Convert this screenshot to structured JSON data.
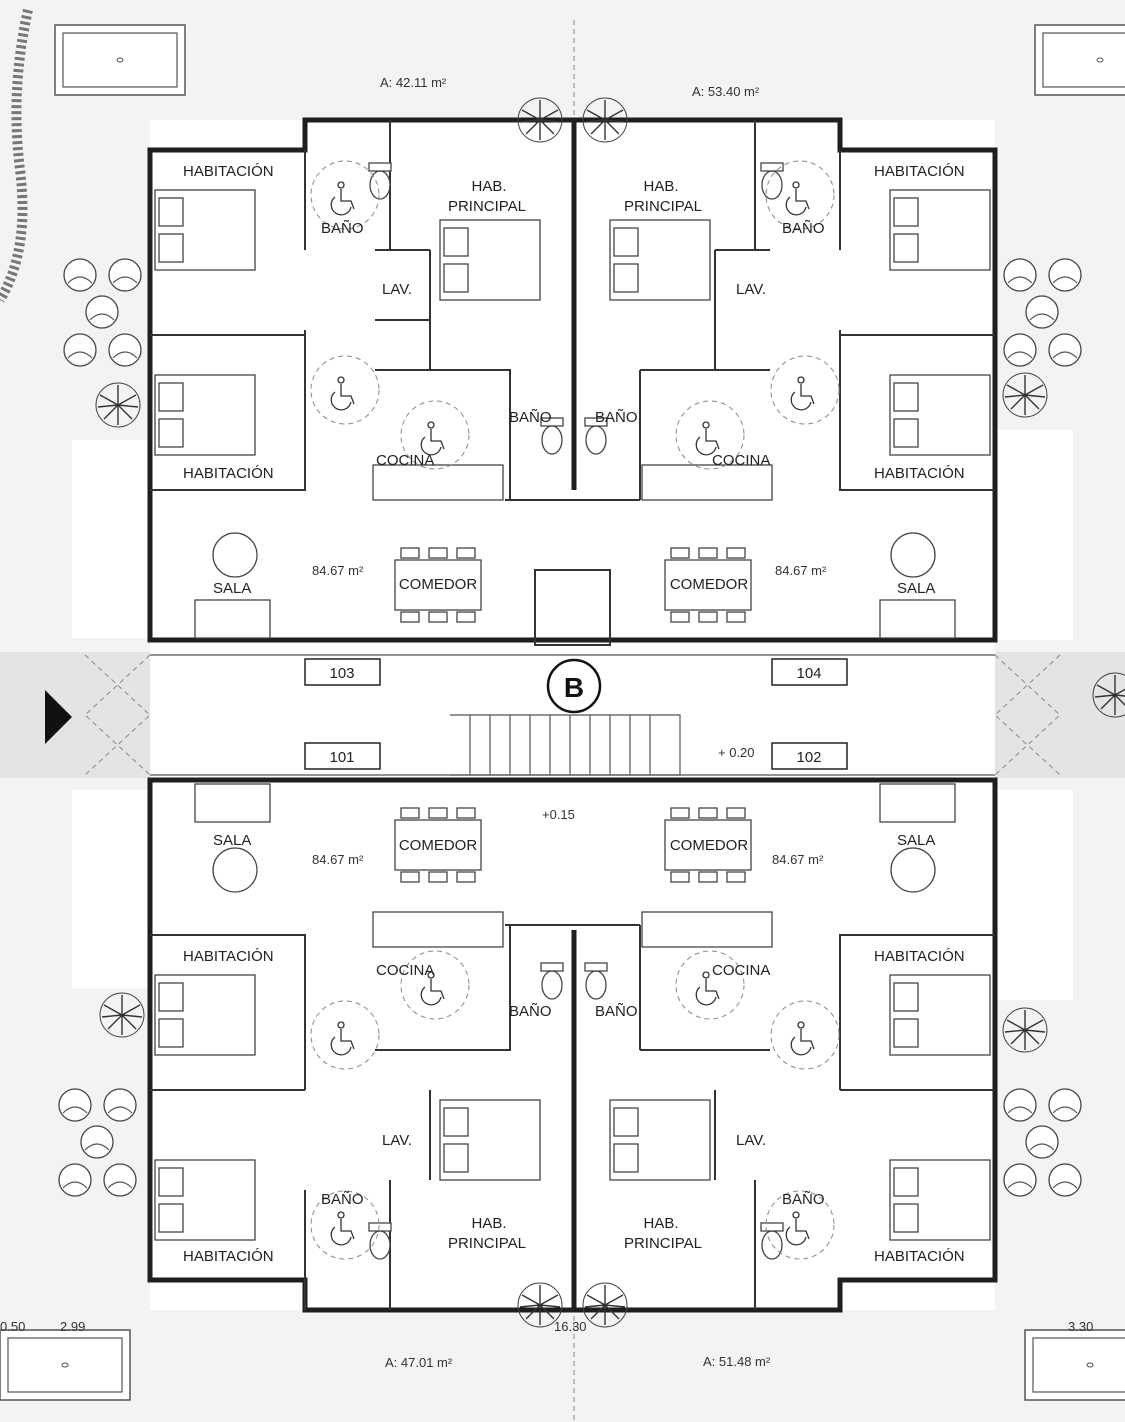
{
  "areas": {
    "top_left": "A: 42.11 m²",
    "top_right": "A: 53.40 m²",
    "bottom_left": "A: 47.01 m²",
    "bottom_right": "A: 51.48 m²"
  },
  "units": {
    "u103": "103",
    "u104": "104",
    "u101": "101",
    "u102": "102"
  },
  "building": "B",
  "unit_area": "84.67 m²",
  "levels": {
    "entry": "+ 0.20",
    "lobby": "+0.15"
  },
  "dimensions": {
    "d1": "0.50",
    "d2": "2.99",
    "d3": "16.30",
    "d4": "3.30"
  },
  "rooms": {
    "habitacion": "HABITACIÓN",
    "bano": "BAÑO",
    "hab_principal_1": "HAB.",
    "hab_principal_2": "PRINCIPAL",
    "lav": "LAV.",
    "cocina": "COCINA",
    "sala": "SALA",
    "comedor": "COMEDOR"
  }
}
